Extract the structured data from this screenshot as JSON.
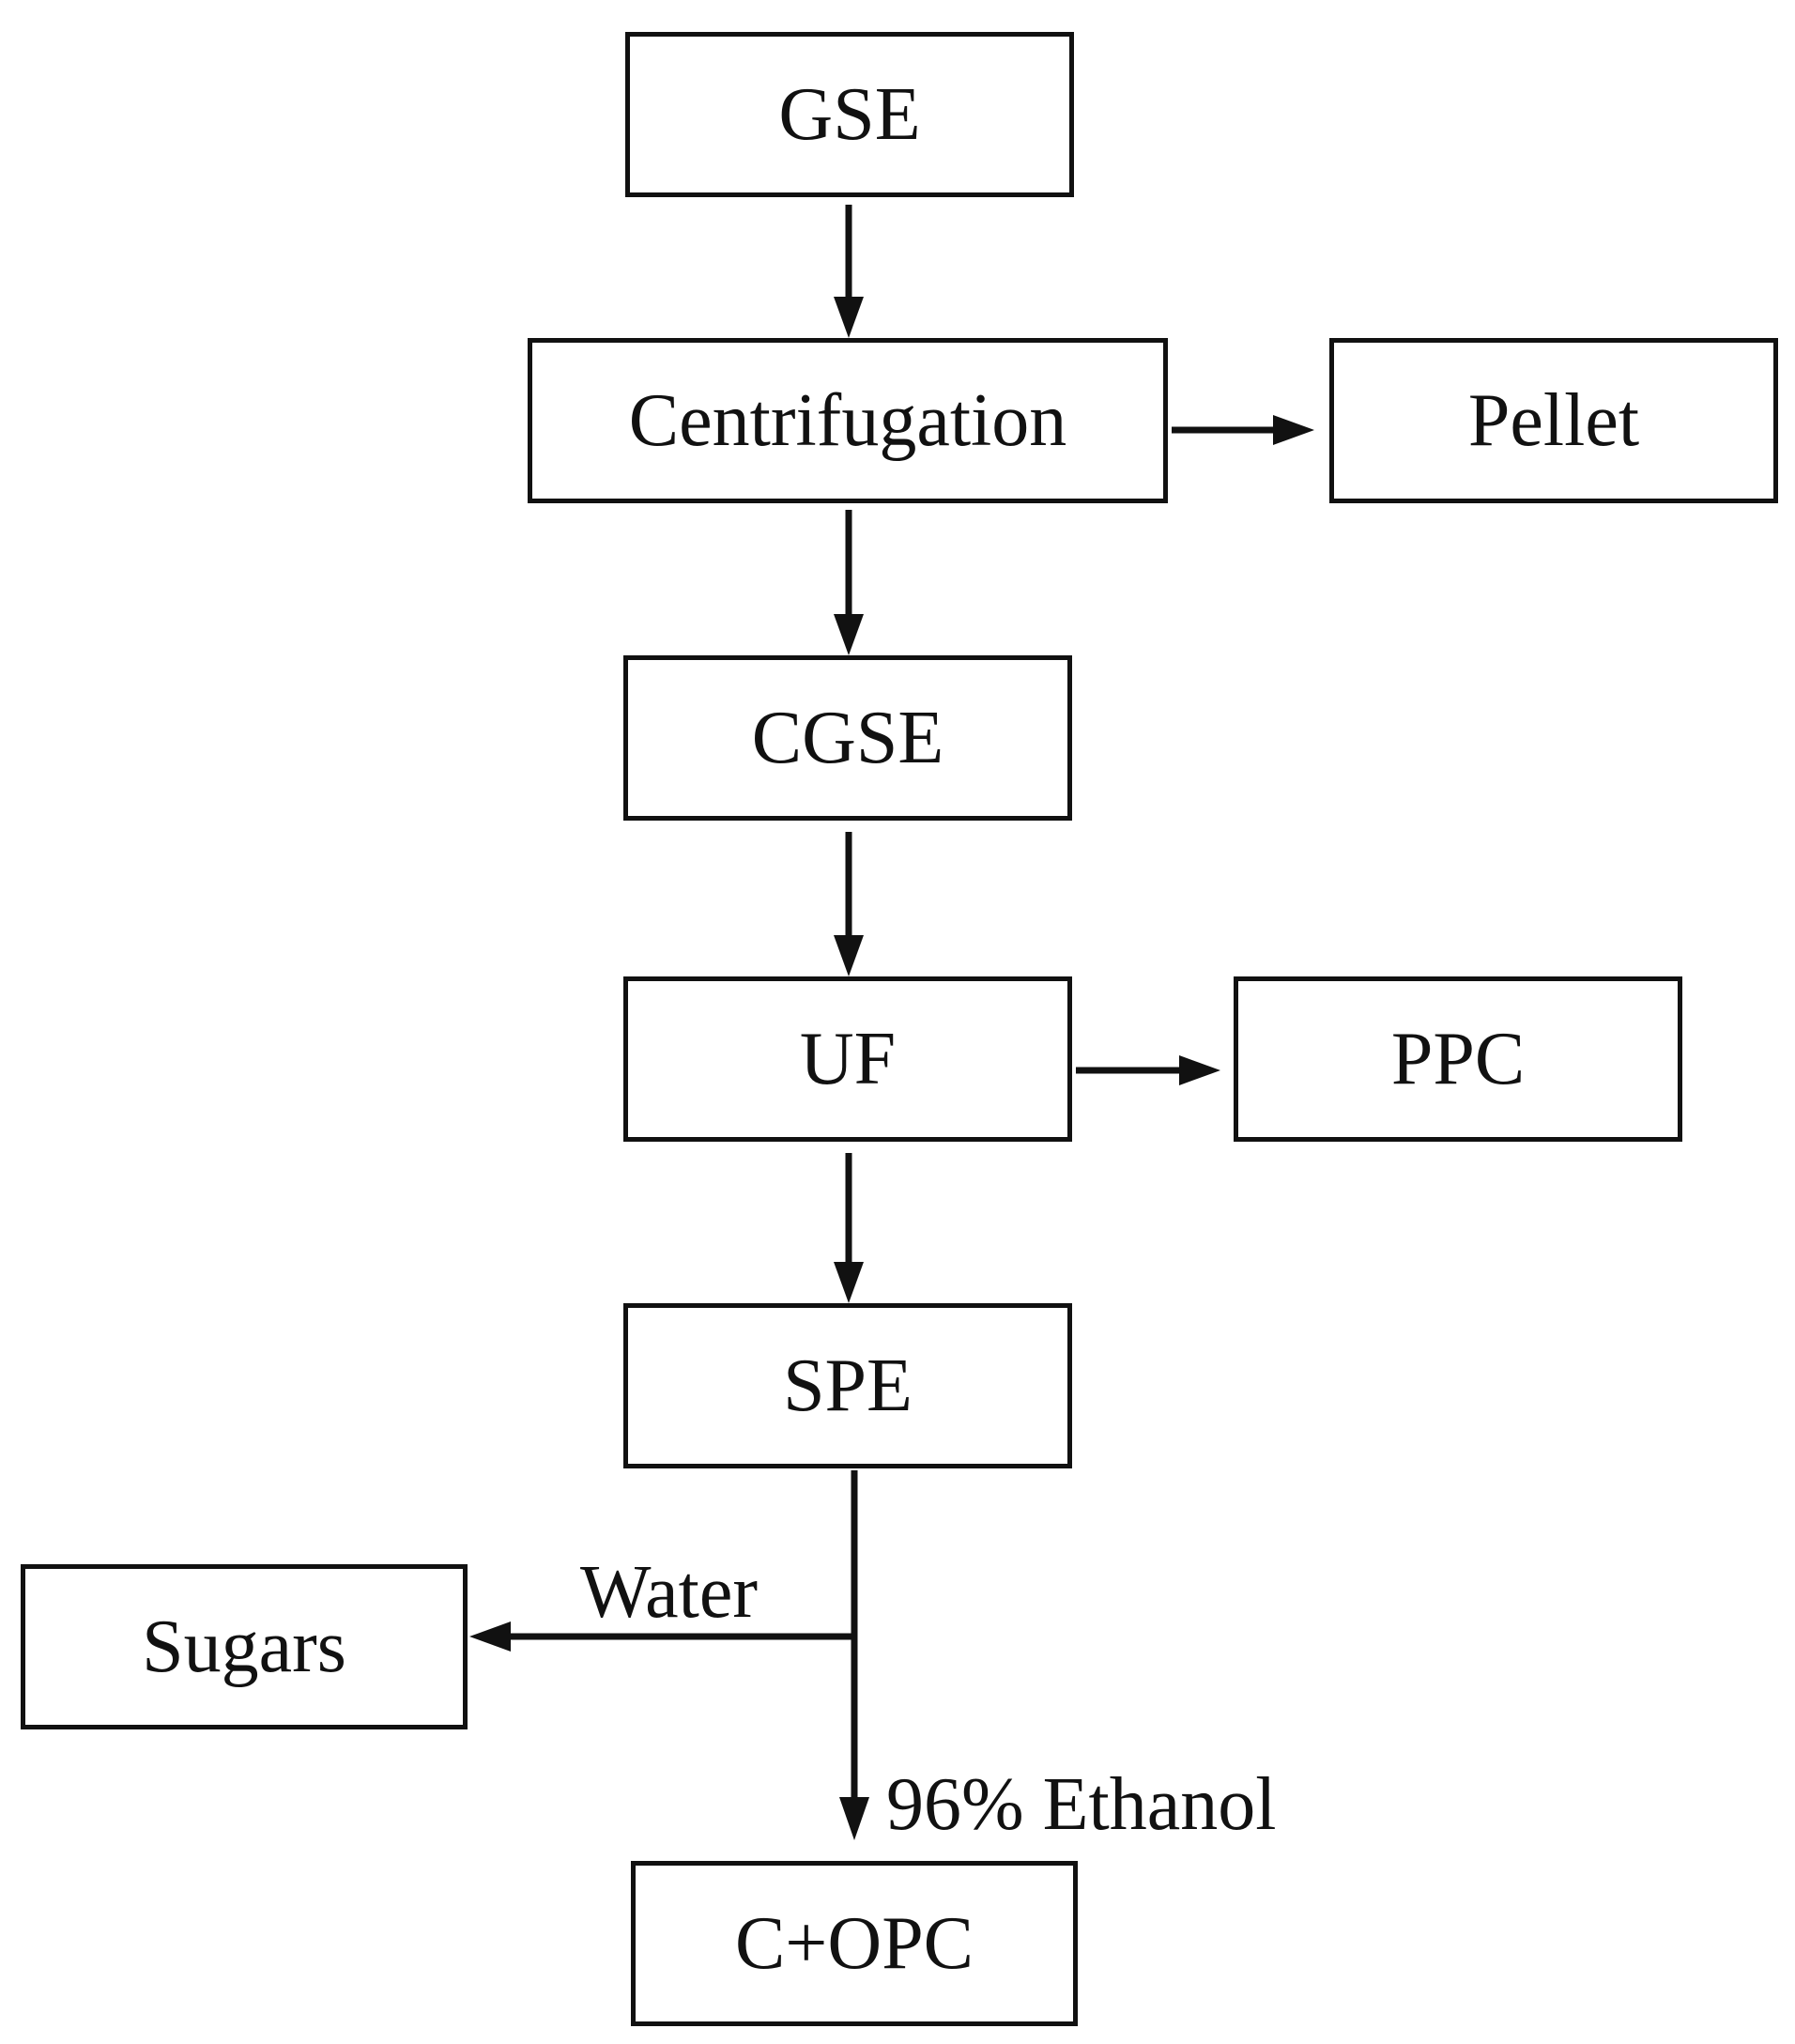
{
  "diagram": {
    "nodes": {
      "gse": "GSE",
      "centrifugation": "Centrifugation",
      "pellet": "Pellet",
      "cgse": "CGSE",
      "uf": "UF",
      "ppc": "PPC",
      "spe": "SPE",
      "sugars": "Sugars",
      "copc": "C+OPC"
    },
    "edge_labels": {
      "water": "Water",
      "ethanol": "96% Ethanol"
    },
    "edges": [
      {
        "from": "GSE",
        "to": "Centrifugation"
      },
      {
        "from": "Centrifugation",
        "to": "Pellet"
      },
      {
        "from": "Centrifugation",
        "to": "CGSE"
      },
      {
        "from": "CGSE",
        "to": "UF"
      },
      {
        "from": "UF",
        "to": "PPC"
      },
      {
        "from": "UF",
        "to": "SPE"
      },
      {
        "from": "SPE",
        "to": "Sugars",
        "label": "Water"
      },
      {
        "from": "SPE",
        "to": "C+OPC",
        "label": "96% Ethanol"
      }
    ]
  }
}
